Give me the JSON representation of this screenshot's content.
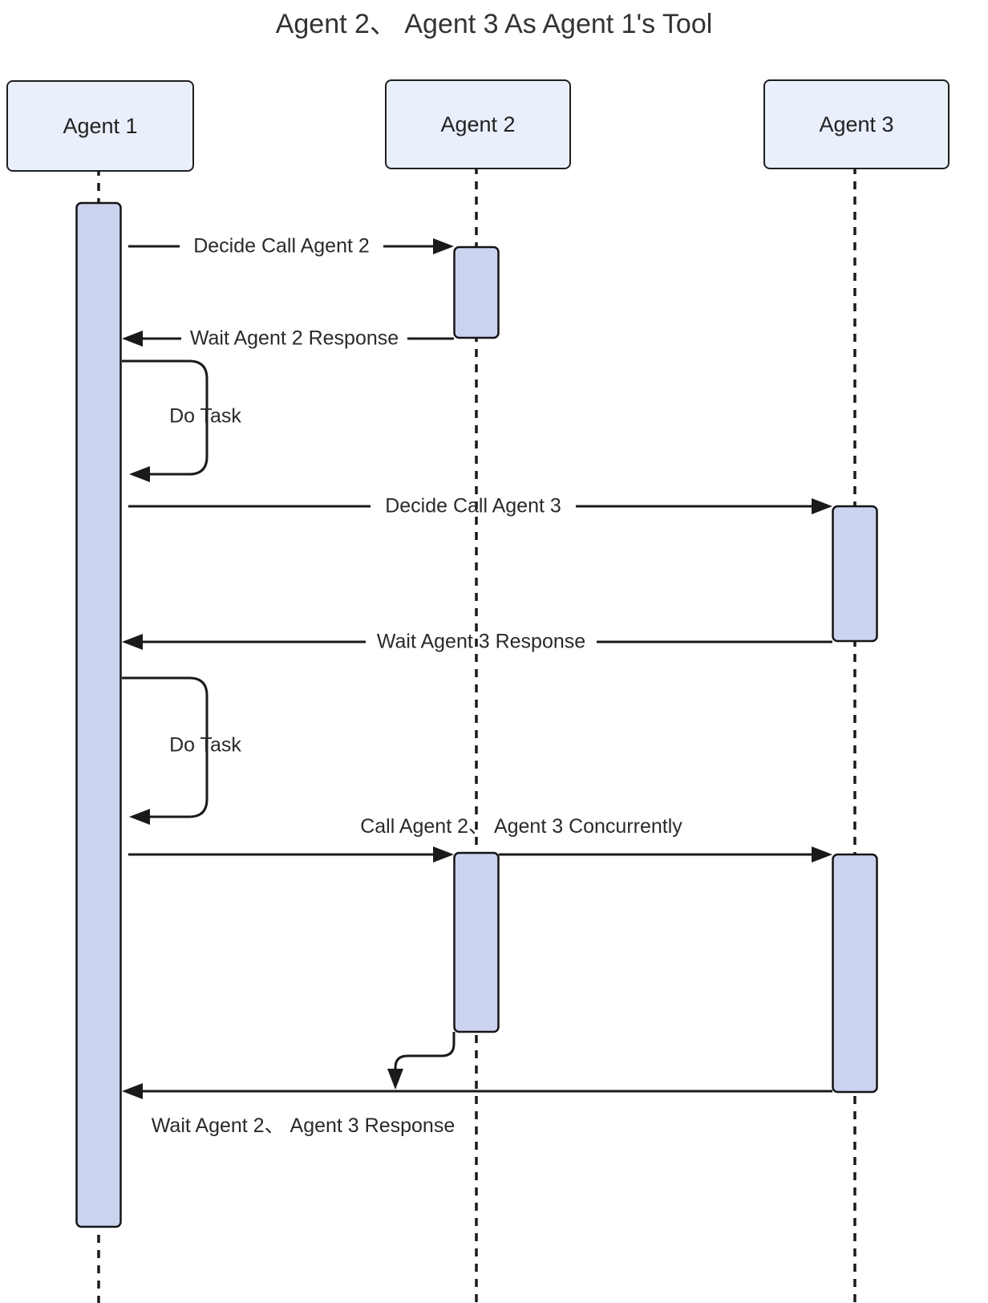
{
  "title": "Agent 2、 Agent 3 As Agent 1's Tool",
  "actors": [
    {
      "id": "agent1",
      "label": "Agent 1"
    },
    {
      "id": "agent2",
      "label": "Agent 2"
    },
    {
      "id": "agent3",
      "label": "Agent 3"
    }
  ],
  "messages": [
    {
      "label": "Decide Call Agent 2",
      "from": "agent1",
      "to": "agent2",
      "type": "call"
    },
    {
      "label": "Wait Agent 2 Response",
      "from": "agent2",
      "to": "agent1",
      "type": "return"
    },
    {
      "label": "Do Task",
      "from": "agent1",
      "to": "agent1",
      "type": "self"
    },
    {
      "label": "Decide Call Agent 3",
      "from": "agent1",
      "to": "agent3",
      "type": "call"
    },
    {
      "label": "Wait Agent 3 Response",
      "from": "agent3",
      "to": "agent1",
      "type": "return"
    },
    {
      "label": "Do Task",
      "from": "agent1",
      "to": "agent1",
      "type": "self"
    },
    {
      "label": "Call Agent 2、 Agent 3  Concurrently",
      "from": "agent1",
      "to": "agent2, agent3",
      "type": "call"
    },
    {
      "label": "Wait Agent 2、 Agent 3  Response",
      "from": "agent2, agent3",
      "to": "agent1",
      "type": "return"
    }
  ],
  "colors": {
    "actor_fill": "#EAF0FB",
    "activation_fill": "#CBD3EF",
    "line_color": "#1a1a1a",
    "text_color": "#2a2a2a"
  }
}
